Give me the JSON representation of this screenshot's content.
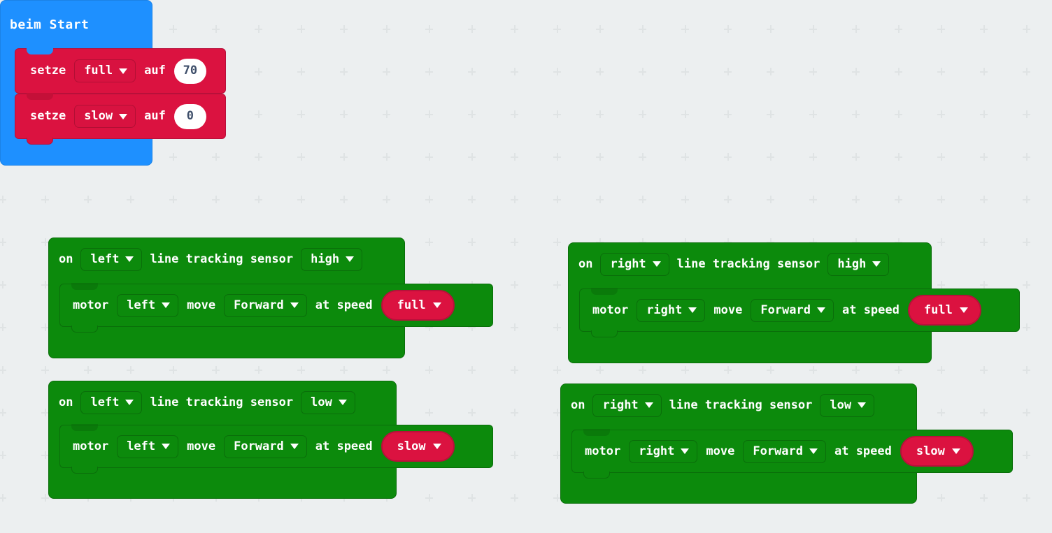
{
  "workspace": {
    "background_color": "#eceff0",
    "grid_color": "#dfe3e4",
    "grid_spacing": 61
  },
  "palette": {
    "event_blue": "#1e90ff",
    "variable_red": "#db1240",
    "robot_green": "#0c8a0c",
    "number_field_text": "#40506b"
  },
  "blocks": {
    "start_stack": {
      "hat_label": "beim Start",
      "statements": [
        {
          "prefix": "setze",
          "variable": "full",
          "middle": "auf",
          "value": "70",
          "dropdown_icon": "chevron-down-icon"
        },
        {
          "prefix": "setze",
          "variable": "slow",
          "middle": "auf",
          "value": "0",
          "dropdown_icon": "chevron-down-icon"
        }
      ]
    },
    "events": [
      {
        "id": "left-high",
        "header": {
          "prefix": "on",
          "side": "left",
          "text": "line tracking sensor",
          "state": "high"
        },
        "statement": {
          "prefix": "motor",
          "motor": "left",
          "verb": "move",
          "direction": "Forward",
          "speed_label": "at speed",
          "speed_value": "full"
        }
      },
      {
        "id": "right-high",
        "header": {
          "prefix": "on",
          "side": "right",
          "text": "line tracking sensor",
          "state": "high"
        },
        "statement": {
          "prefix": "motor",
          "motor": "right",
          "verb": "move",
          "direction": "Forward",
          "speed_label": "at speed",
          "speed_value": "full"
        }
      },
      {
        "id": "left-low",
        "header": {
          "prefix": "on",
          "side": "left",
          "text": "line tracking sensor",
          "state": "low"
        },
        "statement": {
          "prefix": "motor",
          "motor": "left",
          "verb": "move",
          "direction": "Forward",
          "speed_label": "at speed",
          "speed_value": "slow"
        }
      },
      {
        "id": "right-low",
        "header": {
          "prefix": "on",
          "side": "right",
          "text": "line tracking sensor",
          "state": "low"
        },
        "statement": {
          "prefix": "motor",
          "motor": "right",
          "verb": "move",
          "direction": "Forward",
          "speed_label": "at speed",
          "speed_value": "slow"
        }
      }
    ]
  }
}
